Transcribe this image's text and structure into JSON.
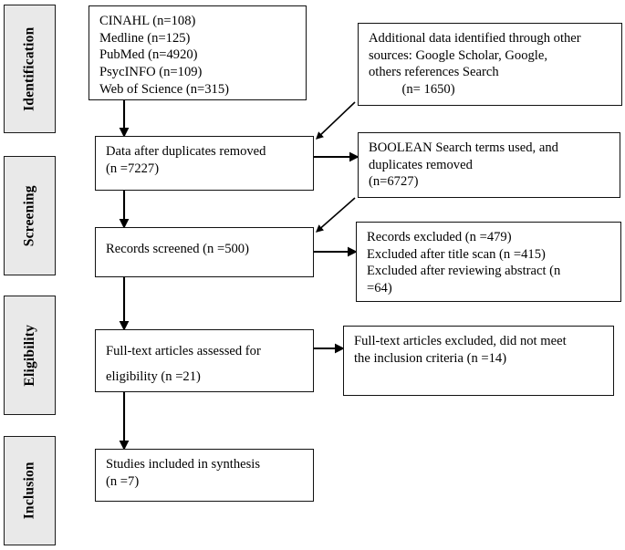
{
  "diagram": {
    "type": "prisma-flow-diagram",
    "title": "PRISMA study selection flow diagram",
    "colors": {
      "stage_fill": "#e9e9e9",
      "stage_border": "#1a1a1a",
      "box_fill": "#ffffff",
      "box_border": "#111111",
      "connector": "#000000",
      "page_background": "#ffffff"
    },
    "stages": [
      {
        "id": "identification",
        "label": "Identification"
      },
      {
        "id": "screening",
        "label": "Screening"
      },
      {
        "id": "eligibility",
        "label": "Eligibility"
      },
      {
        "id": "inclusion",
        "label": "Inclusion"
      }
    ],
    "boxes": {
      "databases": {
        "lines": [
          "CINAHL (n=108)",
          "Medline (n=125)",
          "PubMed (n=4920)",
          "PsycINFO (n=109)",
          "Web of Science (n=315)"
        ]
      },
      "additional_sources": {
        "lines": [
          "Additional data identified through other",
          "sources: Google Scholar, Google,",
          "others references Search",
          "          (n= 1650)"
        ]
      },
      "duplicates_removed": {
        "lines": [
          "Data after duplicates removed",
          "(n =7227)"
        ]
      },
      "boolean_search": {
        "lines": [
          "BOOLEAN Search terms used, and",
          "duplicates removed",
          "(n=6727)"
        ]
      },
      "records_screened": {
        "lines": [
          "Records screened (n =500)"
        ]
      },
      "records_excluded": {
        "lines": [
          "Records excluded (n =479)",
          "Excluded after title scan (n =415)",
          "Excluded after reviewing abstract (n",
          "=64)"
        ]
      },
      "fulltext_assessed": {
        "lines": [
          "Full-text articles assessed for",
          "eligibility (n =21)"
        ]
      },
      "fulltext_excluded": {
        "lines": [
          "Full-text articles excluded, did not meet",
          "the inclusion criteria (n =14)"
        ]
      },
      "studies_included": {
        "lines": [
          "Studies included in synthesis",
          "(n =7)"
        ]
      }
    },
    "counts": {
      "cinahl": 108,
      "medline": 125,
      "pubmed": 4920,
      "psycinfo": 109,
      "web_of_science": 315,
      "additional_sources": 1650,
      "after_duplicates_removed": 7227,
      "boolean_duplicates_removed": 6727,
      "records_screened": 500,
      "records_excluded": 479,
      "excluded_title_scan": 415,
      "excluded_reviewing_abstract": 64,
      "fulltext_assessed": 21,
      "fulltext_excluded": 14,
      "studies_included": 7
    }
  }
}
